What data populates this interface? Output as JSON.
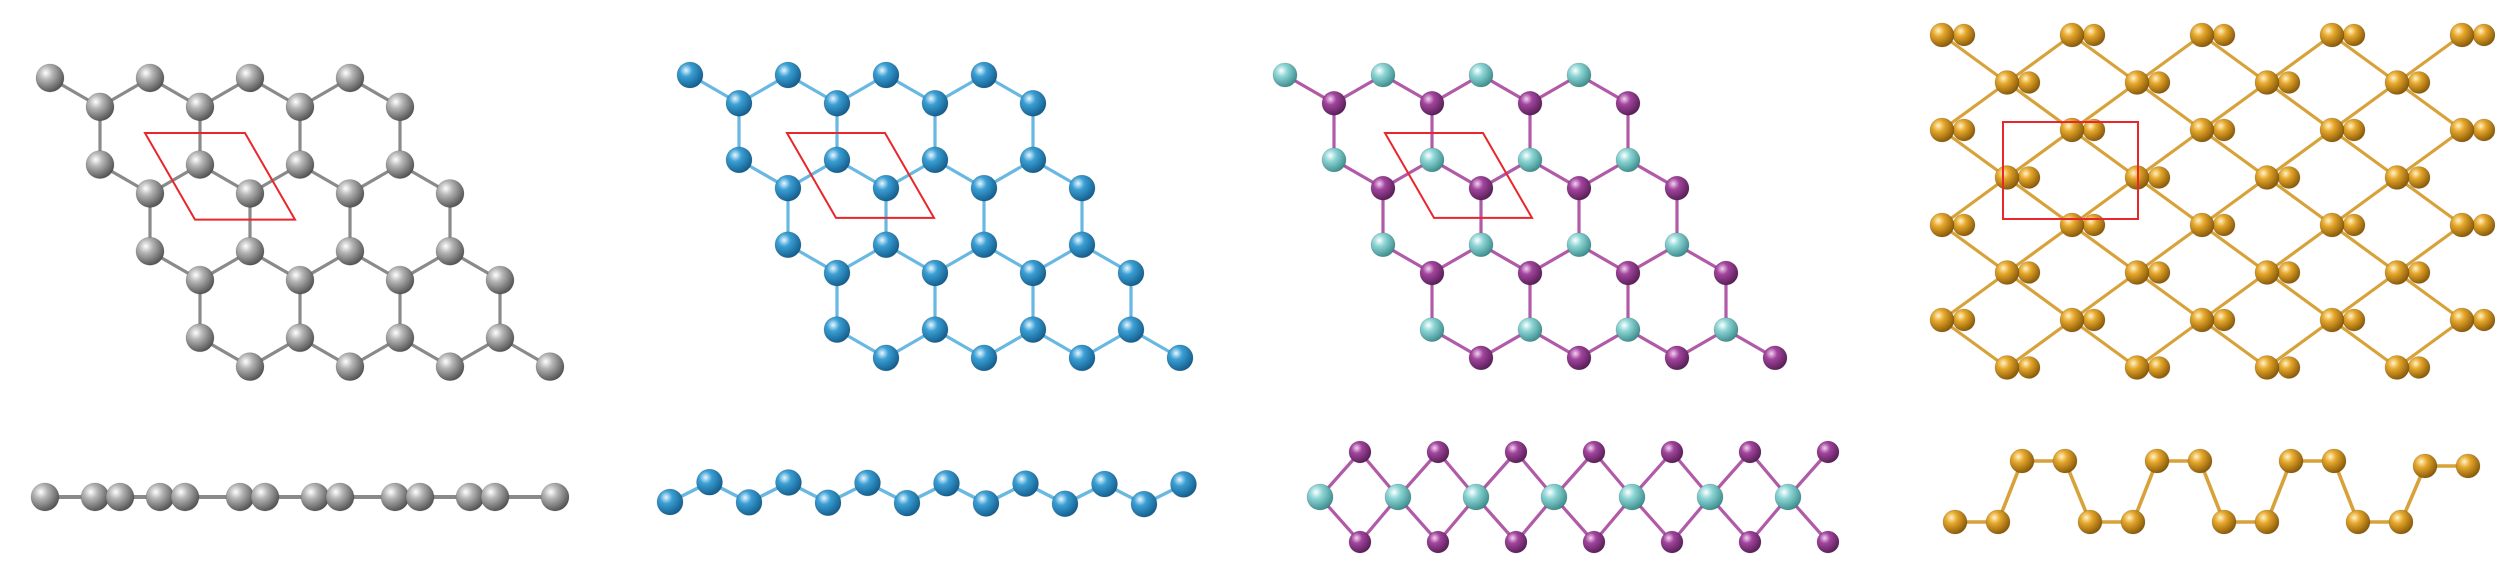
{
  "figure": {
    "panels": [
      {
        "id": "graphene",
        "colors": {
          "a": "#9a9a9a",
          "b": "#9a9a9a",
          "bond": "#8a8a8a"
        },
        "unit_cell": "rhombus",
        "side_view": "flat"
      },
      {
        "id": "silicene",
        "colors": {
          "a": "#3b9fd4",
          "b": "#3b9fd4",
          "bond": "#68b8e2"
        },
        "unit_cell": "rhombus",
        "side_view": "buckled"
      },
      {
        "id": "tmd",
        "colors": {
          "a": "#7ed0d0",
          "b": "#a2459e",
          "bond": "#b05aa8"
        },
        "unit_cell": "rhombus",
        "side_view": "trilayer"
      },
      {
        "id": "phosphorene",
        "colors": {
          "a": "#e0a22a",
          "b": "#e0a22a",
          "bond": "#d8a23a"
        },
        "unit_cell": "rectangle",
        "side_view": "puckered"
      }
    ],
    "unit_cell_color": "#e8262b"
  }
}
